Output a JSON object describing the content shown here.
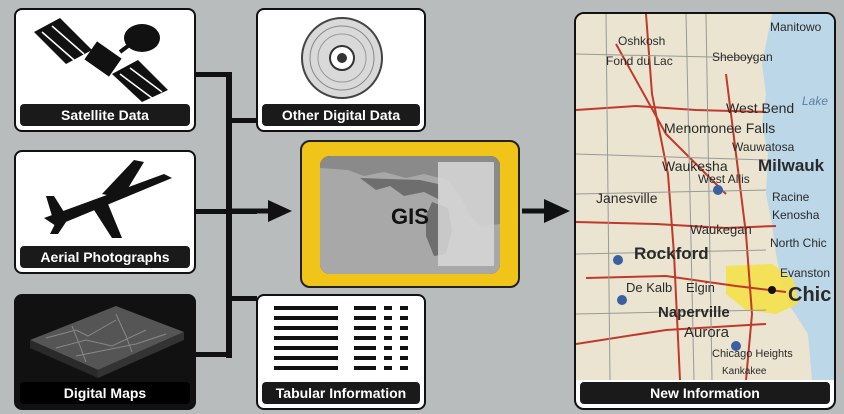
{
  "inputs": {
    "satellite": "Satellite Data",
    "other_digital": "Other Digital Data",
    "aerial": "Aerial Photographs",
    "digital_maps": "Digital Maps",
    "tabular": "Tabular Information"
  },
  "center": {
    "label": "GIS"
  },
  "output": {
    "label": "New Information",
    "cities": {
      "oshkosh": "Oshkosh",
      "fond_du_lac": "Fond du Lac",
      "sheboygan": "Sheboygan",
      "manitowoc": "Manitowo",
      "west_bend": "West Bend",
      "menomonee_falls": "Menomonee Falls",
      "wauwatosa": "Wauwatosa",
      "milwaukee": "Milwauk",
      "waukesha": "Waukesha",
      "west_allis": "West Allis",
      "janesville": "Janesville",
      "racine": "Racine",
      "kenosha": "Kenosha",
      "rockford": "Rockford",
      "waukegan": "Waukegan",
      "north_chicago": "North Chic",
      "evanston": "Evanston",
      "dekalb": "De Kalb",
      "elgin": "Elgin",
      "naperville": "Naperville",
      "chicago": "Chic",
      "aurora": "Aurora",
      "chicago_heights": "Chicago Heights",
      "kankakee": "Kankakee",
      "lake": "Lake"
    }
  },
  "colors": {
    "background": "#b9bcbc",
    "gis_frame": "#f0c419",
    "urban": "#f4e04a"
  }
}
